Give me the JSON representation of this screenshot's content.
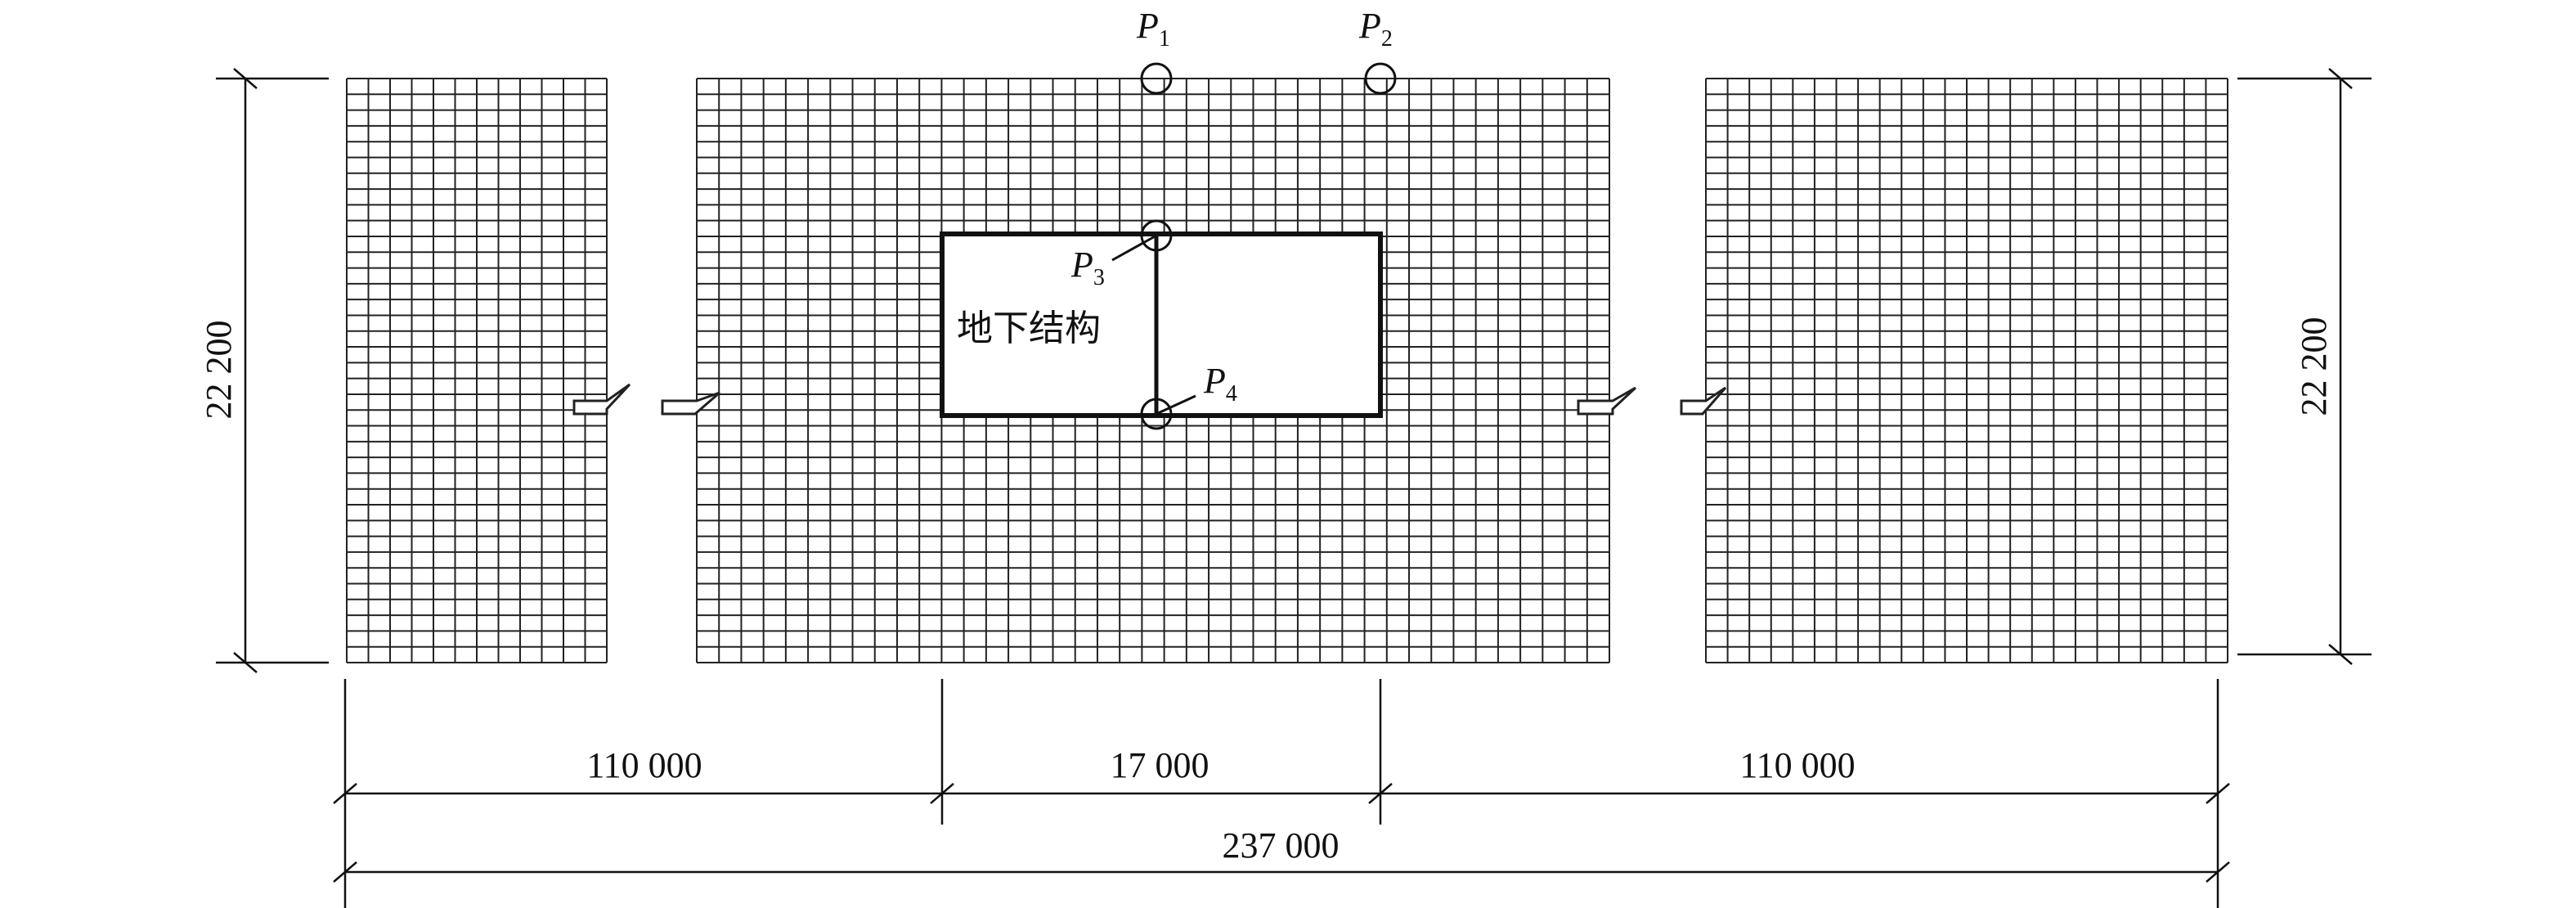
{
  "labels": {
    "structure": "地下结构",
    "points": [
      {
        "base": "P",
        "sub": "1"
      },
      {
        "base": "P",
        "sub": "2"
      },
      {
        "base": "P",
        "sub": "3"
      },
      {
        "base": "P",
        "sub": "4"
      }
    ]
  },
  "dimensions": {
    "left_height": "22 200",
    "right_height": "22 200",
    "segment_left": "110 000",
    "segment_mid": "17 000",
    "segment_right": "110 000",
    "total": "237 000"
  }
}
